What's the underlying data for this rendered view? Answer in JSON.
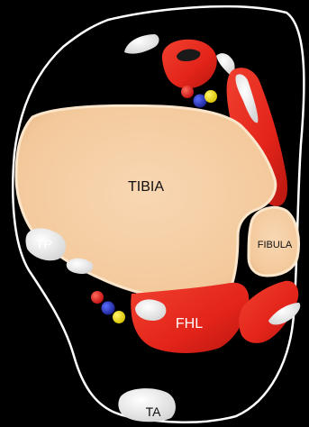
{
  "labels": {
    "tibia": "TIBIA",
    "fibula": "FIBULA",
    "fhl": "FHL",
    "tp": "TP",
    "ta": "TA"
  },
  "colors": {
    "background": "#000000",
    "outline": "#ffffff",
    "bone": "#f5cfa6",
    "bone_edge": "#f9e0c2",
    "muscle": "#e8281d",
    "muscle_dark": "#b0160f",
    "tendon": "#ffffff",
    "artery": "#e81c1c",
    "vein": "#2a38c8",
    "nerve": "#f2e011"
  },
  "neurovascular_bundles": [
    {
      "structure": "anterior",
      "items": [
        "artery",
        "vein",
        "nerve"
      ]
    },
    {
      "structure": "posterior",
      "items": [
        "artery",
        "vein",
        "nerve"
      ]
    }
  ]
}
